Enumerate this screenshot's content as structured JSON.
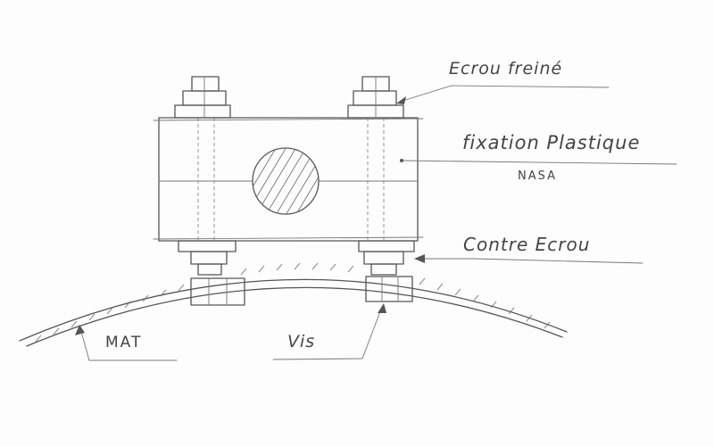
{
  "labels": {
    "ecrou_freine": "Ecrou freiné",
    "fixation_plastique": "fixation Plastique",
    "nasa": "NASA",
    "contre_ecrou": "Contre Ecrou",
    "mat": "MAT",
    "vis": "Vis"
  },
  "colors": {
    "pencil": "#555555",
    "paper": "#fdfdfd"
  }
}
